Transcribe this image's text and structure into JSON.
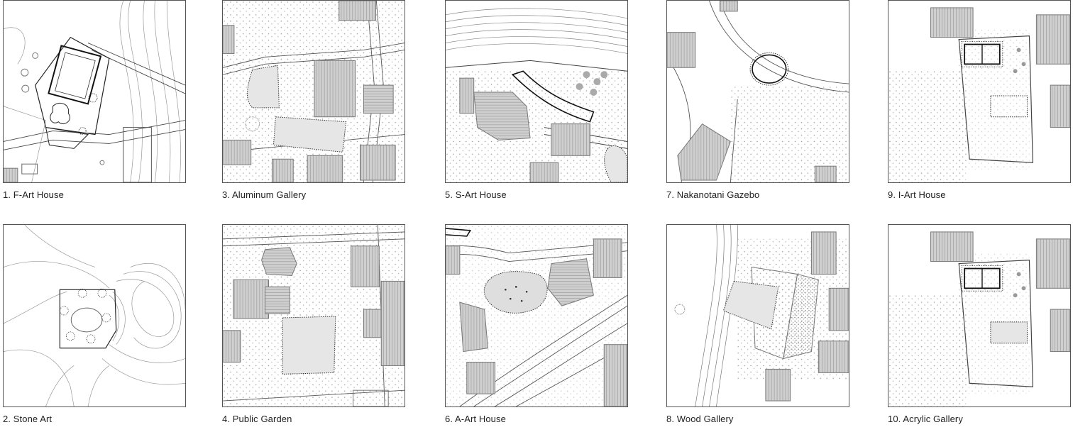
{
  "sites": [
    {
      "id": "1",
      "label": "1. F-Art House"
    },
    {
      "id": "2",
      "label": "2. Stone Art"
    },
    {
      "id": "3",
      "label": "3. Aluminum Gallery"
    },
    {
      "id": "4",
      "label": "4. Public Garden"
    },
    {
      "id": "5",
      "label": "5. S-Art House"
    },
    {
      "id": "6",
      "label": "6. A-Art House"
    },
    {
      "id": "7",
      "label": "7. Nakanotani Gazebo"
    },
    {
      "id": "8",
      "label": "8. Wood Gallery"
    },
    {
      "id": "9",
      "label": "9. I-Art House"
    },
    {
      "id": "10",
      "label": "10. Acrylic Gallery"
    }
  ]
}
